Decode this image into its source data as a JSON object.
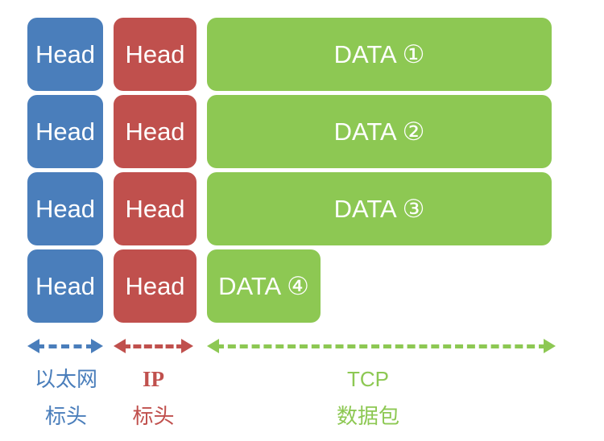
{
  "colors": {
    "ethernet_blue": "#4A7EBB",
    "ip_red": "#C0504D",
    "tcp_green": "#8DC853",
    "block_text": "#FFFFFF",
    "background": "#FFFFFF"
  },
  "rows": [
    {
      "ethernet_head": "Head",
      "ip_head": "Head",
      "data": "DATA ①"
    },
    {
      "ethernet_head": "Head",
      "ip_head": "Head",
      "data": "DATA ②"
    },
    {
      "ethernet_head": "Head",
      "ip_head": "Head",
      "data": "DATA ③"
    },
    {
      "ethernet_head": "Head",
      "ip_head": "Head",
      "data": "DATA ④"
    }
  ],
  "legend": {
    "ethernet": {
      "arrow_icon": "double-headed-dashed-arrow",
      "line1": "以太网",
      "line2": "标头"
    },
    "ip": {
      "arrow_icon": "double-headed-dashed-arrow",
      "line1": "IP",
      "line2": "标头"
    },
    "tcp": {
      "arrow_icon": "double-headed-dashed-arrow",
      "line1": "TCP",
      "line2": "数据包"
    }
  }
}
